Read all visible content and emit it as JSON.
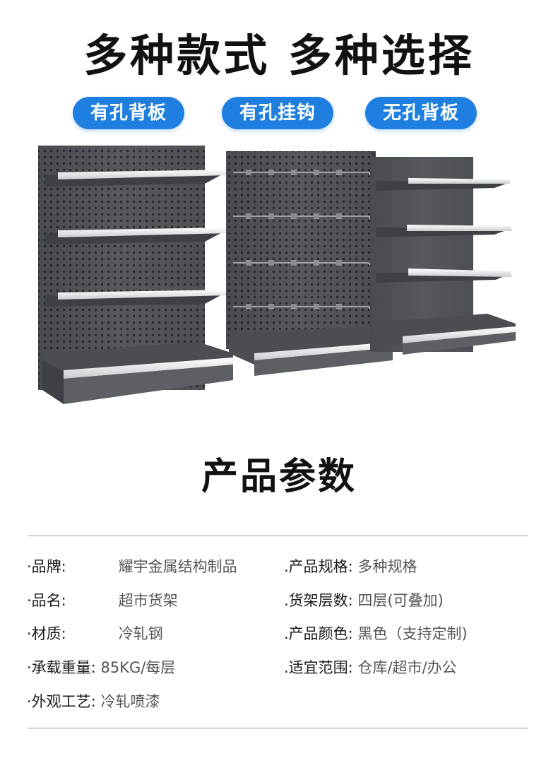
{
  "header": {
    "headline": "多种款式 多种选择"
  },
  "styles": [
    {
      "label": "有孔背板"
    },
    {
      "label": "有孔挂钩"
    },
    {
      "label": "无孔背板"
    }
  ],
  "params": {
    "title": "产品参数",
    "left": [
      {
        "label_a": "·品",
        "label_b": "牌:",
        "value": "耀宇金属结构制品"
      },
      {
        "label_a": "·品",
        "label_b": "名:",
        "value": "超市货架"
      },
      {
        "label_a": "·材",
        "label_b": "质:",
        "value": "冷轧钢"
      },
      {
        "label": "·承载重量:",
        "value": "85KG/每层"
      },
      {
        "label": "·外观工艺:",
        "value": "冷轧喷漆"
      }
    ],
    "right": [
      {
        "label": ".产品规格:",
        "value": "多种规格"
      },
      {
        "label": ".货架层数:",
        "value": "四层(可叠加)"
      },
      {
        "label": ".产品颜色:",
        "value": "黑色（支持定制)"
      },
      {
        "label": ".适宜范围:",
        "value": "仓库/超市/办公"
      }
    ]
  },
  "colors": {
    "accent": "#1e7fe0",
    "shelf_body": "#55585d",
    "shelf_dark": "#3d4044",
    "shelf_edge": "#eef0f2"
  }
}
